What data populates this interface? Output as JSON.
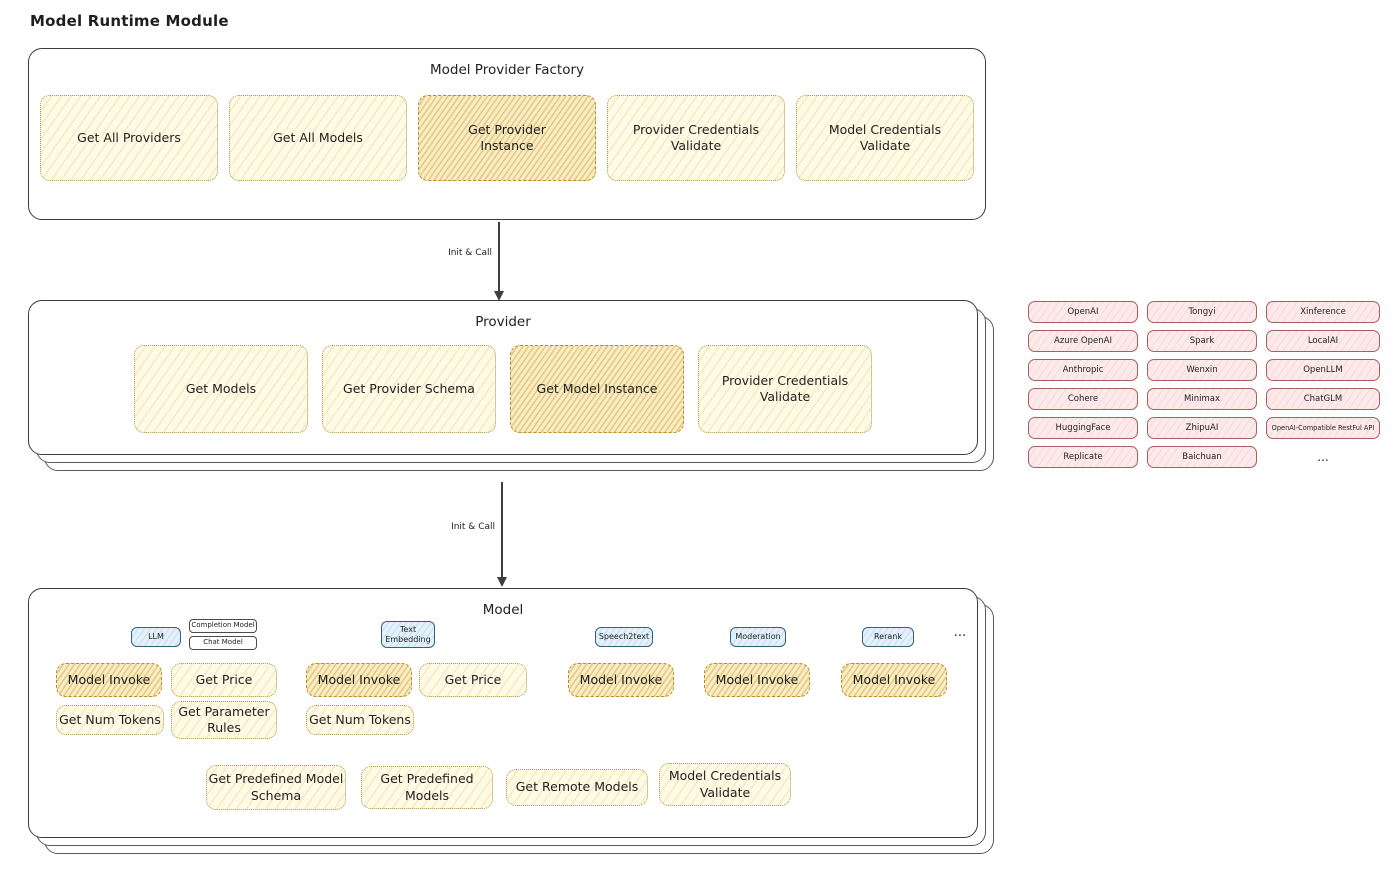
{
  "page": {
    "title": "Model Runtime Module"
  },
  "factory": {
    "title": "Model Provider Factory",
    "items": [
      {
        "id": "get-all-providers",
        "label": "Get All Providers",
        "variant": "yellow"
      },
      {
        "id": "get-all-models",
        "label": "Get All Models",
        "variant": "yellow"
      },
      {
        "id": "get-provider-instance",
        "label": "Get Provider\nInstance",
        "variant": "orange"
      },
      {
        "id": "provider-credentials-validate",
        "label": "Provider Credentials\nValidate",
        "variant": "yellow"
      },
      {
        "id": "model-credentials-validate",
        "label": "Model Credentials\nValidate",
        "variant": "yellow"
      }
    ]
  },
  "arrow1": {
    "label": "Init & Call"
  },
  "arrow2": {
    "label": "Init & Call"
  },
  "provider": {
    "title": "Provider",
    "items": [
      {
        "id": "get-models",
        "label": "Get Models",
        "variant": "yellow"
      },
      {
        "id": "get-provider-schema",
        "label": "Get Provider Schema",
        "variant": "yellow"
      },
      {
        "id": "get-model-instance",
        "label": "Get Model Instance",
        "variant": "orange"
      },
      {
        "id": "provider-credentials-validate-2",
        "label": "Provider Credentials\nValidate",
        "variant": "yellow"
      }
    ]
  },
  "vendors": {
    "cells": [
      "OpenAI",
      "Tongyi",
      "Xinference",
      "Azure OpenAI",
      "Spark",
      "LocalAI",
      "Anthropic",
      "Wenxin",
      "OpenLLM",
      "Cohere",
      "Minimax",
      "ChatGLM",
      "HuggingFace",
      "ZhipuAI",
      "OpenAI-Compatible RestFul API",
      "Replicate",
      "Baichuan",
      "..."
    ]
  },
  "model": {
    "title": "Model",
    "tabs": [
      {
        "id": "tab-llm",
        "label": "LLM",
        "variant": "blue"
      },
      {
        "id": "tab-completion-model",
        "label": "Completion Model",
        "variant": "white"
      },
      {
        "id": "tab-chat-model",
        "label": "Chat Model",
        "variant": "white"
      },
      {
        "id": "tab-text-embedding",
        "label": "Text\nEmbedding",
        "variant": "blue"
      },
      {
        "id": "tab-speech2text",
        "label": "Speech2text",
        "variant": "blue"
      },
      {
        "id": "tab-moderation",
        "label": "Moderation",
        "variant": "blue"
      },
      {
        "id": "tab-rerank",
        "label": "Rerank",
        "variant": "blue"
      },
      {
        "id": "tabs-ellipsis",
        "label": "...",
        "variant": "plain"
      }
    ],
    "functions": [
      {
        "id": "llm-model-invoke",
        "label": "Model Invoke",
        "variant": "orange"
      },
      {
        "id": "llm-get-price",
        "label": "Get Price",
        "variant": "yellow"
      },
      {
        "id": "llm-get-num-tokens",
        "label": "Get Num Tokens",
        "variant": "yellow"
      },
      {
        "id": "llm-get-parameter-rules",
        "label": "Get Parameter\nRules",
        "variant": "yellow"
      },
      {
        "id": "embedding-model-invoke",
        "label": "Model Invoke",
        "variant": "orange"
      },
      {
        "id": "embedding-get-price",
        "label": "Get Price",
        "variant": "yellow"
      },
      {
        "id": "embedding-get-num-tokens",
        "label": "Get Num Tokens",
        "variant": "yellow"
      },
      {
        "id": "speech2text-model-invoke",
        "label": "Model Invoke",
        "variant": "orange"
      },
      {
        "id": "moderation-model-invoke",
        "label": "Model Invoke",
        "variant": "orange"
      },
      {
        "id": "rerank-model-invoke",
        "label": "Model Invoke",
        "variant": "orange"
      },
      {
        "id": "get-predefined-model-schema",
        "label": "Get Predefined Model\nSchema",
        "variant": "yellow"
      },
      {
        "id": "get-predefined-models",
        "label": "Get Predefined\nModels",
        "variant": "yellow"
      },
      {
        "id": "get-remote-models",
        "label": "Get Remote Models",
        "variant": "yellow"
      },
      {
        "id": "model-credentials-validate-bottom",
        "label": "Model Credentials\nValidate",
        "variant": "yellow"
      }
    ]
  },
  "colors": {
    "yellow_fill": "#fefae6",
    "yellow_border": "#a89a45",
    "orange_fill": "#f9edc6",
    "orange_border": "#b78f2e",
    "pink_fill": "#fceaeb",
    "pink_border": "#a95f5f",
    "blue_fill": "#e3f1fb",
    "blue_border": "#35607a",
    "outline": "#3c3c3c"
  }
}
